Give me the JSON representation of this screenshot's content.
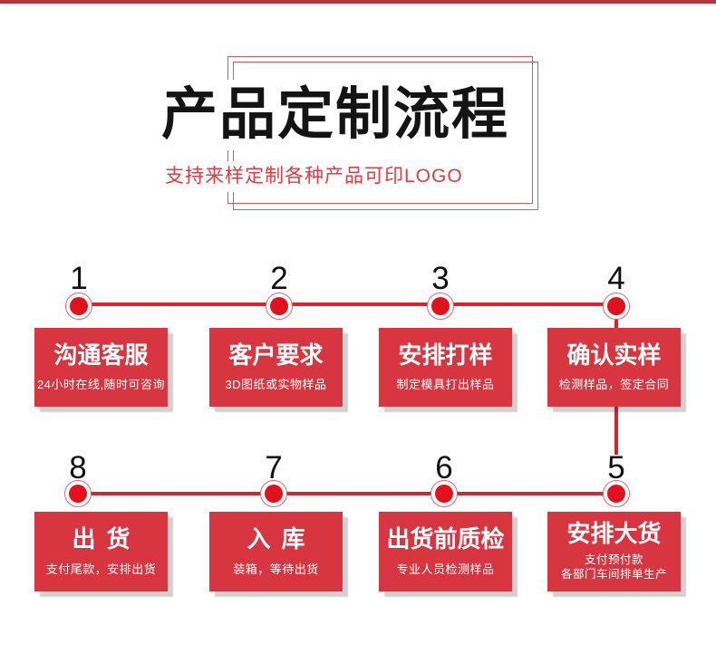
{
  "header": {
    "title": "产品定制流程",
    "subtitle": "支持来样定制各种产品可印LOGO"
  },
  "steps": [
    {
      "number": "1",
      "title": "沟通客服",
      "subtitle": "24小时在线,随时可咨询"
    },
    {
      "number": "2",
      "title": "客户要求",
      "subtitle": "3D图纸或实物样品"
    },
    {
      "number": "3",
      "title": "安排打样",
      "subtitle": "制定模具打出样品"
    },
    {
      "number": "4",
      "title": "确认实样",
      "subtitle": "检测样品，签定合同"
    },
    {
      "number": "5",
      "title": "安排大货",
      "subtitle": "支付预付款",
      "subtitle2": "各部门车间排单生产"
    },
    {
      "number": "6",
      "title": "出货前质检",
      "subtitle": "专业人员检测样品"
    },
    {
      "number": "7",
      "title": "入库",
      "subtitle": "装箱，等待出货"
    },
    {
      "number": "8",
      "title": "出货",
      "subtitle": "支付尾款，安排出货"
    }
  ],
  "colors": {
    "box_red": "#d7353f",
    "dot_red": "#e1121e",
    "line_red": "#d6262d",
    "ring_red": "#e4636a",
    "frame_red": "#d8555c",
    "top_border": "#b6333e",
    "subtitle_red": "#e03a40",
    "title_black": "#141414",
    "number_black": "#111111"
  }
}
